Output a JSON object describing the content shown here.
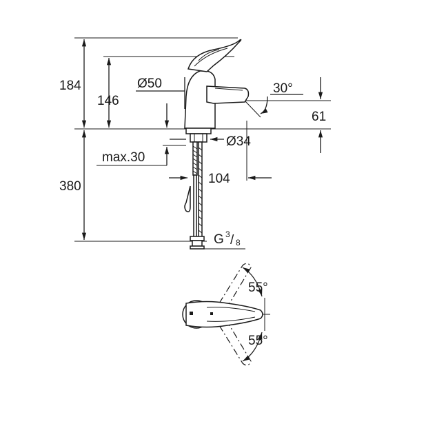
{
  "drawing": {
    "title": "Single-lever basin mixer technical drawing",
    "side_view": {
      "dimensions": {
        "total_height": "184",
        "spout_height": "146",
        "body_diameter": "Ø50",
        "spout_angle": "30°",
        "spout_outlet_height": "61",
        "base_diameter": "Ø34",
        "max_counter_thickness": "max.30",
        "spout_reach": "104",
        "hose_length": "380",
        "connection_prefix": "G",
        "connection_num": "3",
        "connection_den": "8"
      }
    },
    "top_view": {
      "dimensions": {
        "lever_angle_upper": "55°",
        "lever_angle_lower": "55°"
      }
    }
  }
}
